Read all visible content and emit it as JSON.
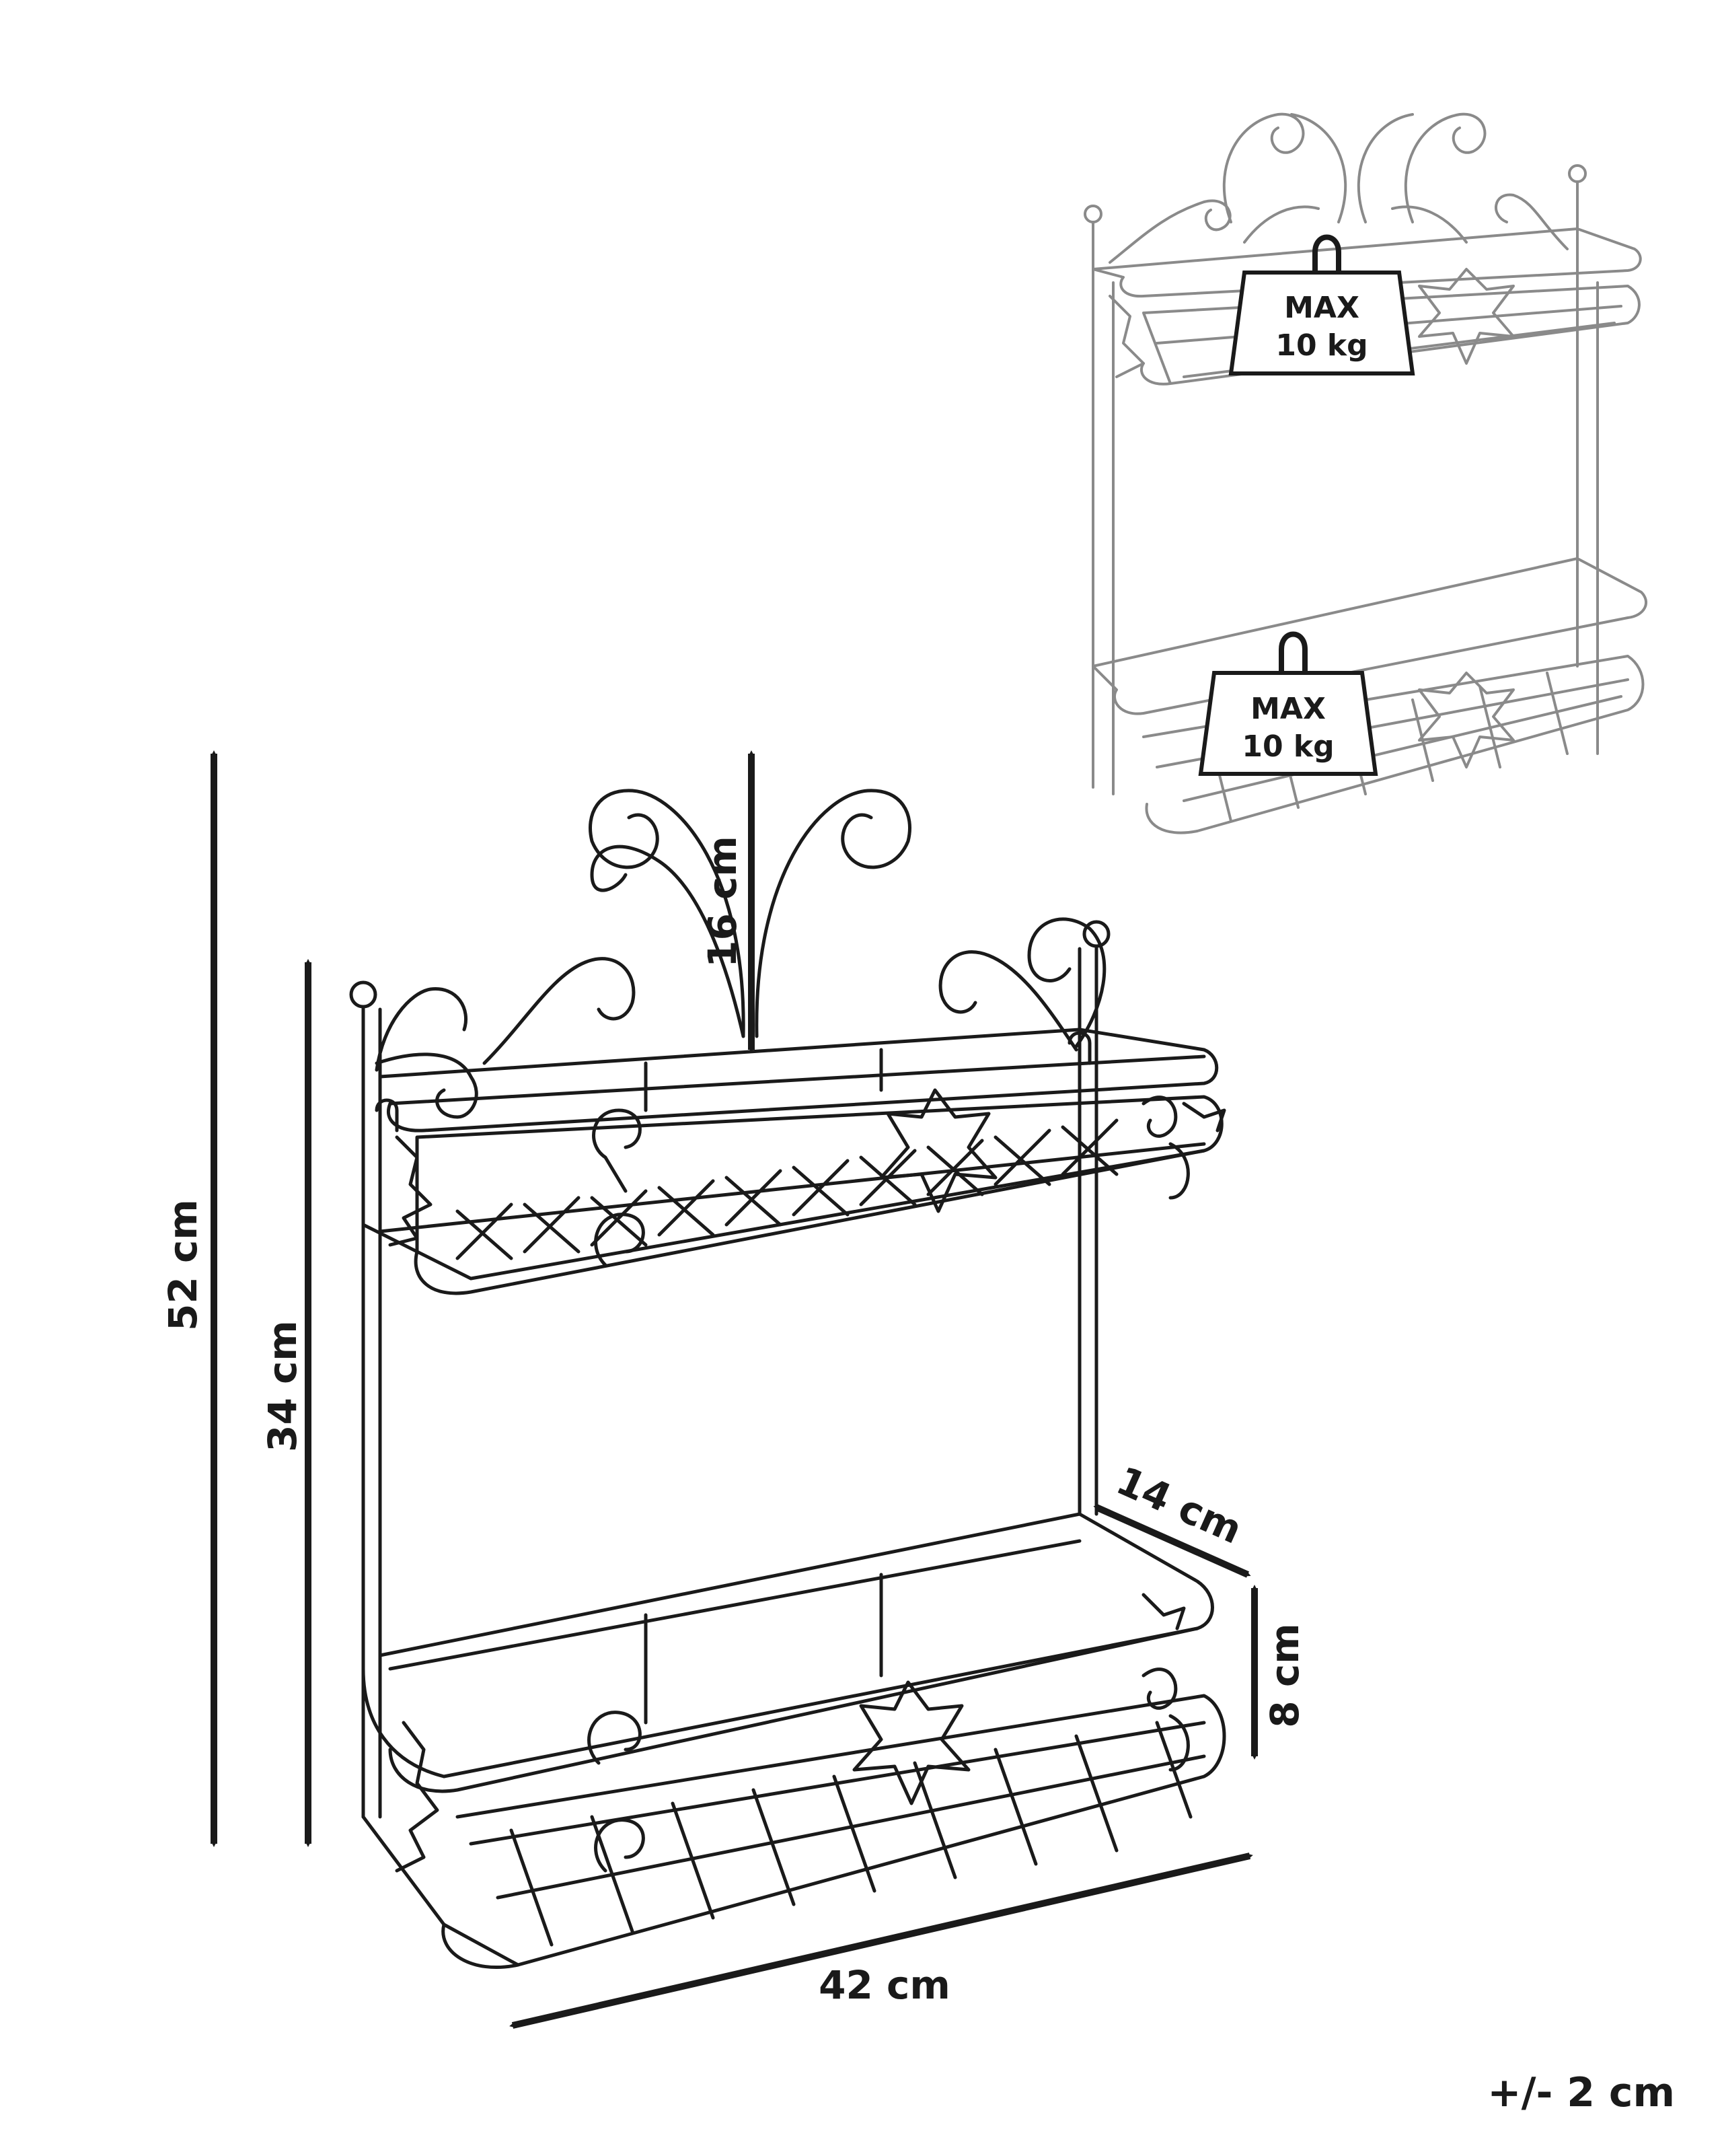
{
  "dimensions": {
    "total_height": "52 cm",
    "frame_height": "34 cm",
    "crest_height": "16 cm",
    "depth": "14 cm",
    "rail_height": "8 cm",
    "width": "42 cm"
  },
  "load_rating": {
    "top_shelf": {
      "line1": "MAX",
      "line2": "10 kg"
    },
    "bottom_shelf": {
      "line1": "MAX",
      "line2": "10 kg"
    }
  },
  "tolerance_note": "+/- 2 cm",
  "colors": {
    "ink": "#1a1a1a",
    "light_ink": "#8a8a8a",
    "weight_fill": "#ffffff"
  },
  "icons": [
    "wall-shelf-drawing",
    "weight-icon",
    "double-arrow-icon",
    "leaf-ornament-icon",
    "scroll-ornament-icon"
  ]
}
